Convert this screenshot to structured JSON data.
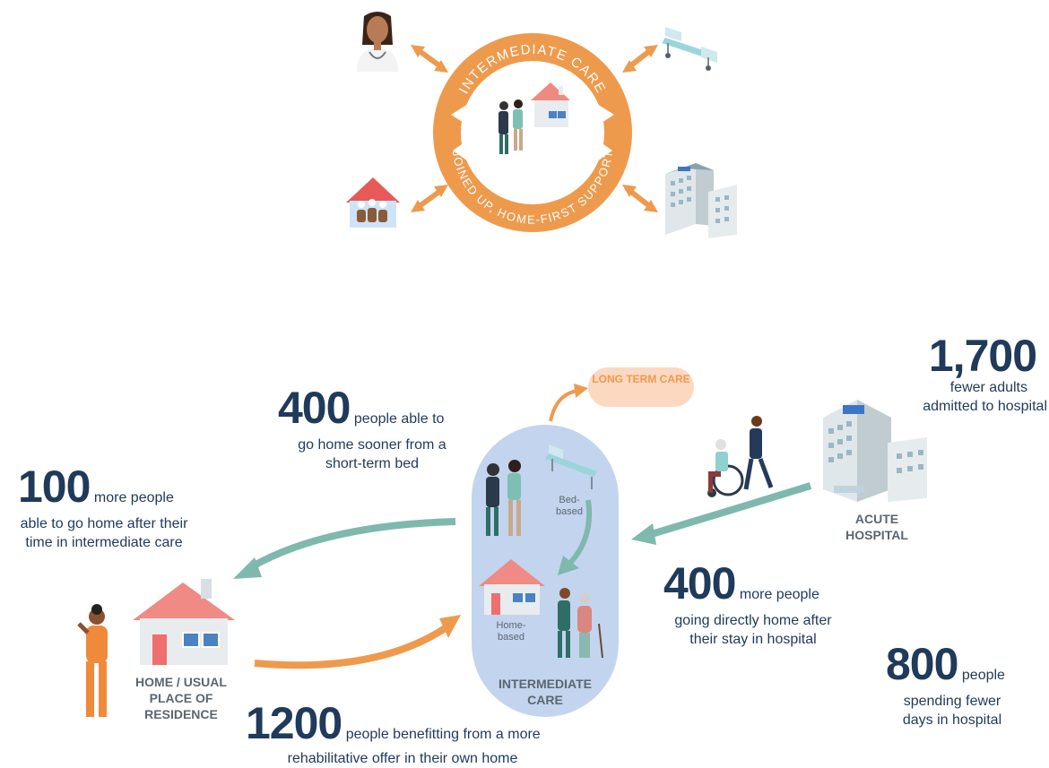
{
  "hub": {
    "top_text": "INTERMEDIATE CARE",
    "bottom_text": "JOINED UP, HOME-FIRST SUPPORT",
    "orange": "#ee9a4d"
  },
  "flow": {
    "long_term_care": "LONG TERM CARE",
    "intermediate_care_label": "INTERMEDIATE CARE",
    "bed_based": "Bed-based",
    "home_based": "Home-based",
    "home_label": "HOME / USUAL PLACE OF RESIDENCE",
    "acute_hospital": "ACUTE HOSPITAL",
    "teal": "#7fb8ad",
    "pill_color": "#c3d4ee"
  },
  "stats": {
    "s1700": {
      "value": "1,700",
      "line1": "fewer adults",
      "line2": "admitted to hospital"
    },
    "s400a": {
      "value": "400",
      "inline": "people able to",
      "line1": "go home sooner from a",
      "line2": "short-term bed"
    },
    "s100": {
      "value": "100",
      "inline": "more people",
      "line1": "able to go home after their",
      "line2": "time in intermediate care"
    },
    "s400b": {
      "value": "400",
      "inline": "more people",
      "line1": "going directly home after",
      "line2": "their stay in hospital"
    },
    "s800": {
      "value": "800",
      "inline": "people",
      "line1": "spending fewer",
      "line2": "days in hospital"
    },
    "s1200": {
      "value": "1200",
      "inline": "people benefitting from a more",
      "line1": "rehabilitative offer in their own home"
    }
  }
}
